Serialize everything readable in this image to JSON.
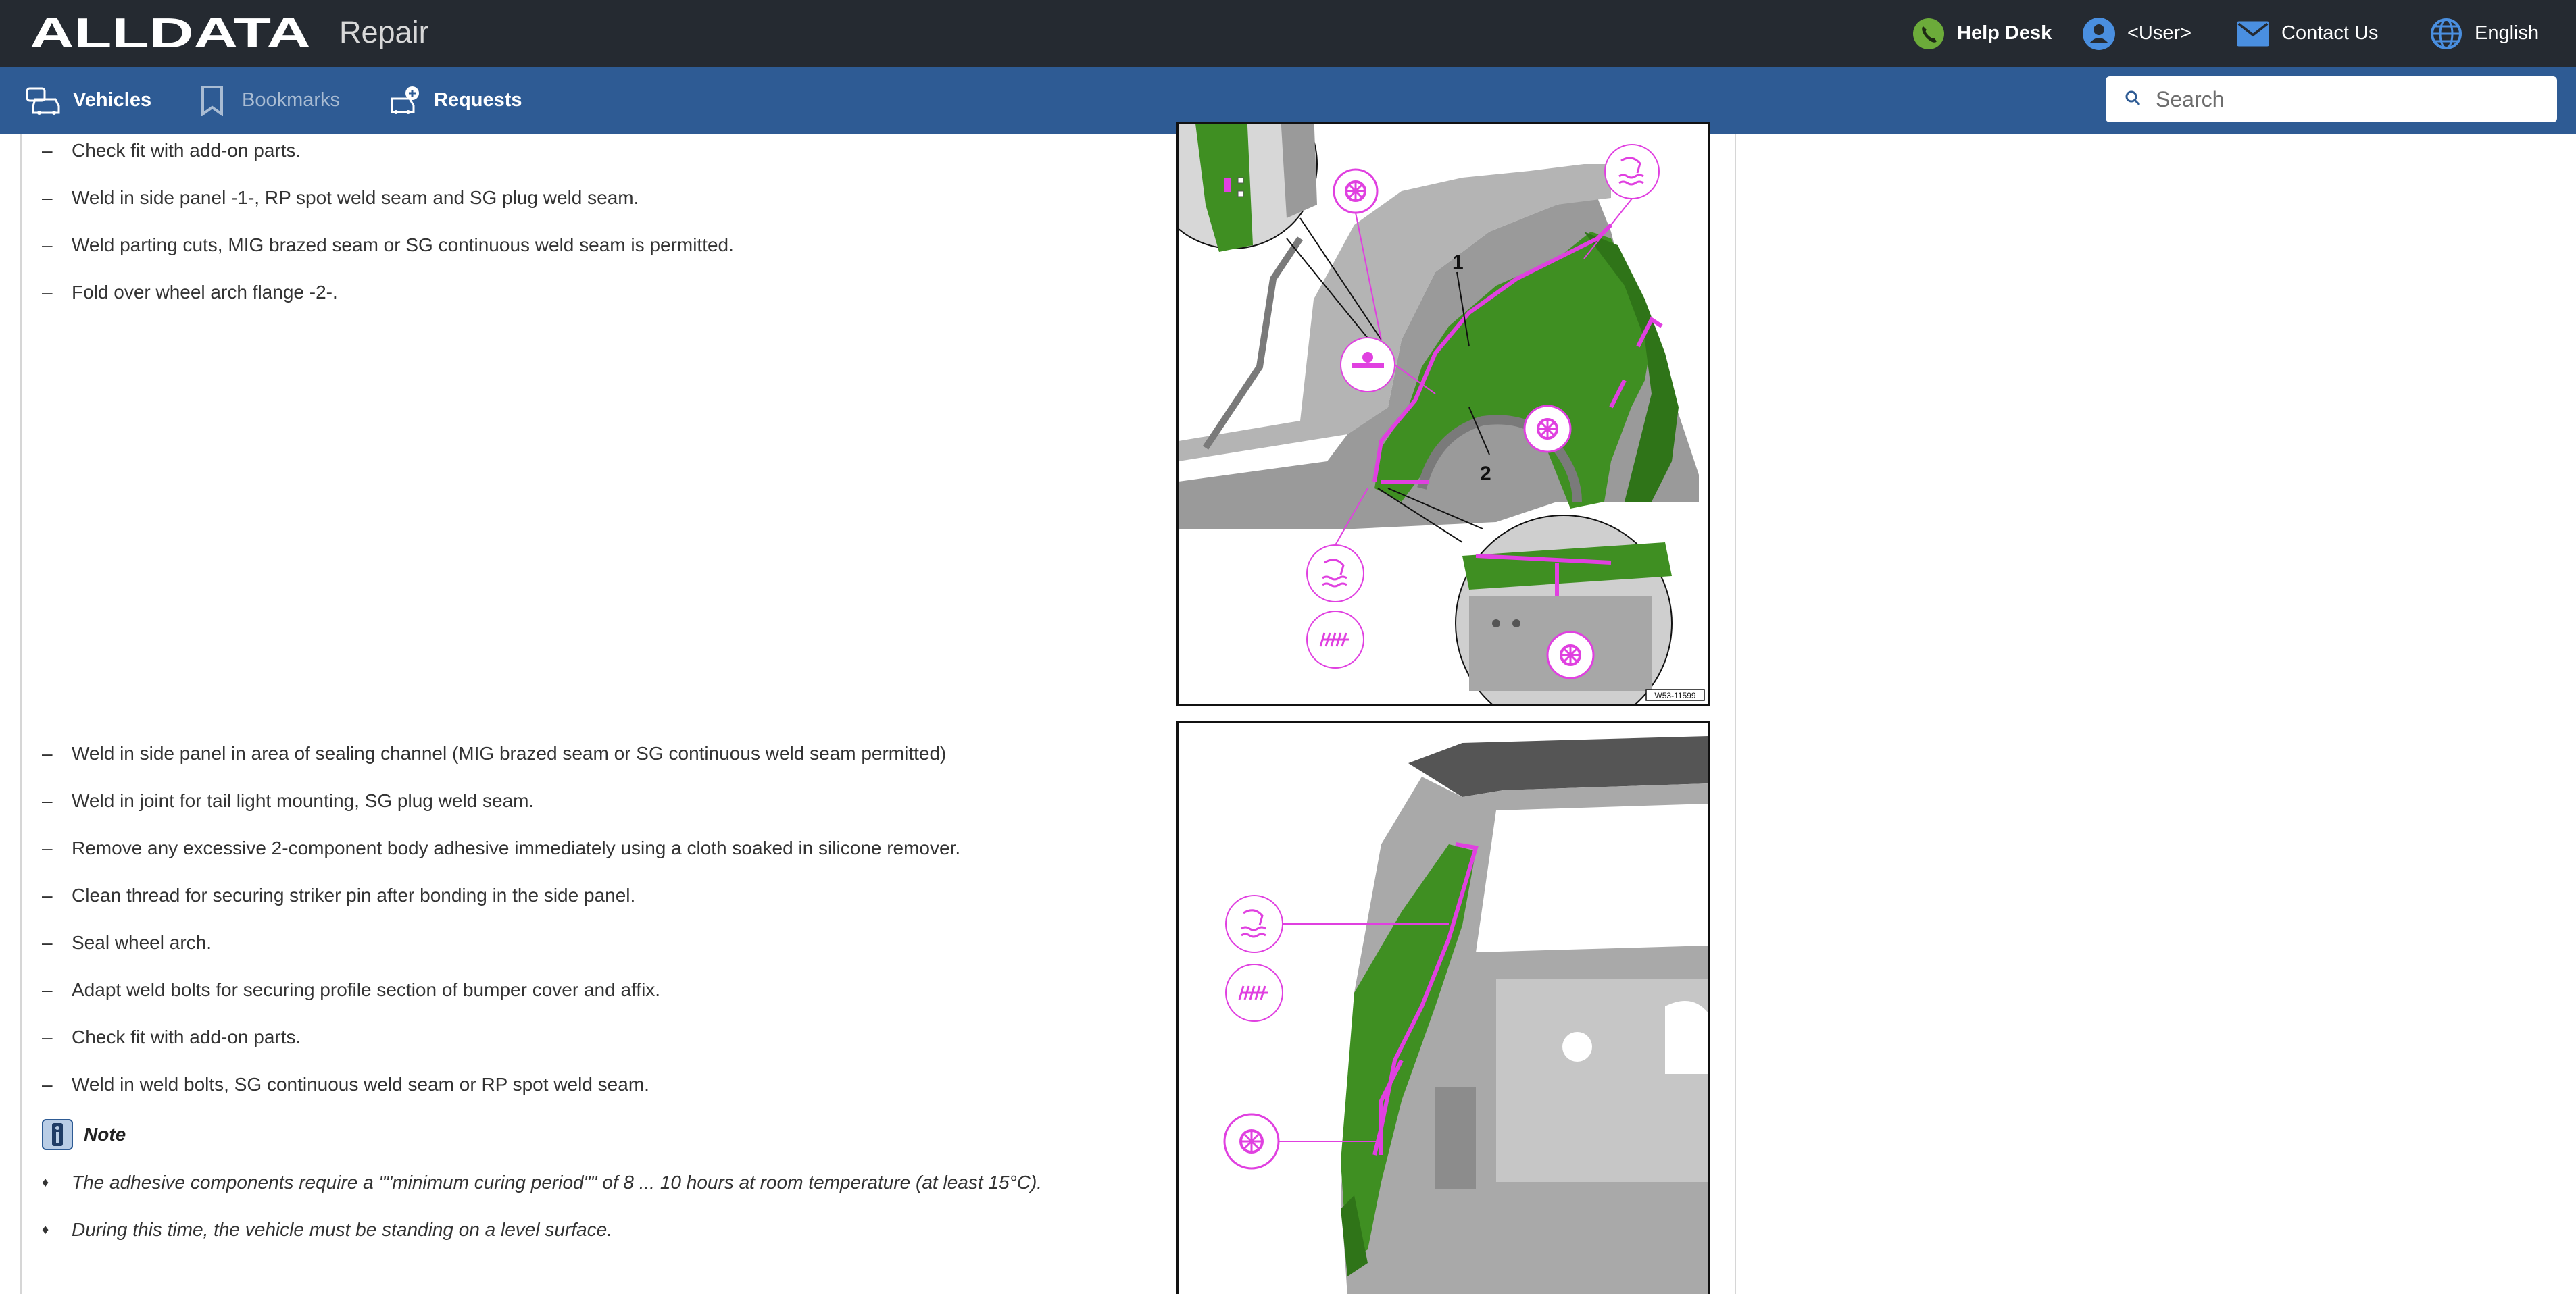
{
  "header": {
    "logo_text": "ALLDATA",
    "product": "Repair",
    "help_desk": "Help Desk",
    "user": "<User>",
    "contact_us": "Contact Us",
    "language": "English"
  },
  "nav": {
    "vehicles": "Vehicles",
    "bookmarks": "Bookmarks",
    "requests": "Requests"
  },
  "search": {
    "placeholder": "Search"
  },
  "procedure": {
    "steps_group1": [
      "Check fit with add-on parts.",
      "Weld in side panel -1-, RP spot weld seam and SG plug weld seam.",
      "Weld parting cuts, MIG brazed seam or SG continuous weld seam is permitted.",
      "Fold over wheel arch flange -2-."
    ],
    "steps_group2": [
      "Weld in side panel in area of sealing channel (MIG brazed seam or SG continuous weld seam permitted)",
      "Weld in joint for tail light mounting, SG plug weld seam.",
      "Remove any excessive 2-component body adhesive immediately using a cloth soaked in silicone remover.",
      "Clean thread for securing striker pin after bonding in the side panel.",
      "Seal wheel arch.",
      "Adapt weld bolts for securing profile section of bumper cover and affix.",
      "Check fit with add-on parts.",
      "Weld in weld bolts, SG continuous weld seam or RP spot weld seam."
    ],
    "dash": "–",
    "note_label": "Note",
    "note_bullets": [
      "The adhesive components require a \"\"minimum curing period\"\" of 8 ... 10 hours at room temperature (at least 15°C).",
      "During this time, the vehicle must be standing on a level surface."
    ]
  },
  "figure1": {
    "callout_1": "1",
    "callout_2": "2",
    "image_code": "W53-11599"
  },
  "colors": {
    "header_bg": "#252a31",
    "nav_bg": "#2e5b94",
    "panel_green": "#3f8f22",
    "weld_magenta": "#e040e0",
    "helpdesk_green": "#6cab3a",
    "icon_blue": "#4a8fe0"
  },
  "icons": {
    "help_desk": "phone-icon",
    "user": "user-icon",
    "contact": "mail-icon",
    "language": "globe-icon",
    "vehicles": "vehicles-icon",
    "bookmarks": "bookmark-icon",
    "requests": "requests-icon",
    "search": "search-icon",
    "note": "info-icon"
  }
}
